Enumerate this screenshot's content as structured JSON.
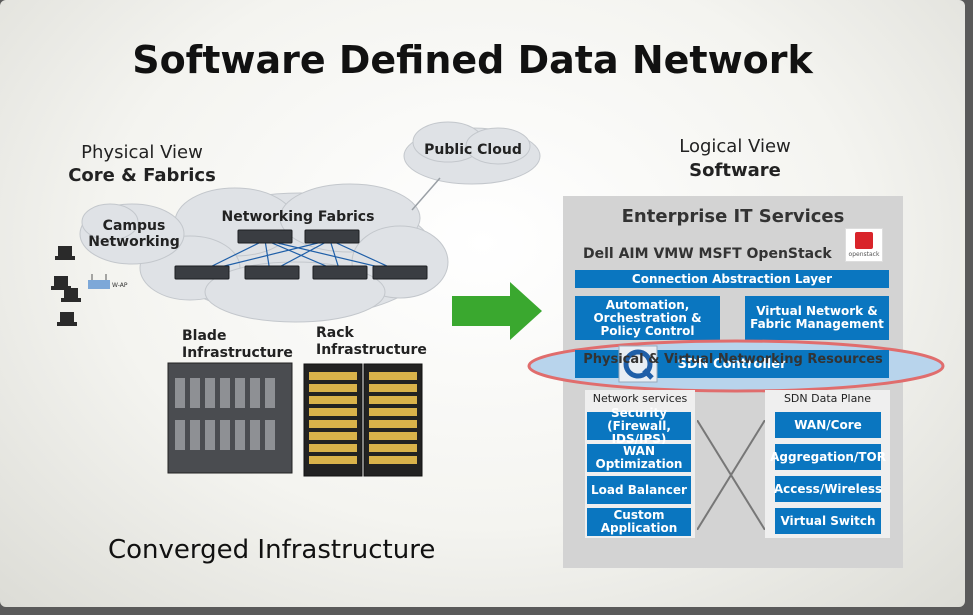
{
  "title": "Software Defined Data Network",
  "physical": {
    "view_label": "Physical View",
    "view_sub": "Core & Fabrics",
    "cloud_public": "Public Cloud",
    "cloud_campus": "Campus Networking",
    "cloud_fabrics": "Networking Fabrics",
    "wap_label": "W-AP",
    "blade_label": "Blade Infrastructure",
    "rack_label": "Rack Infrastructure",
    "bottom_label": "Converged Infrastructure"
  },
  "logical": {
    "view_label": "Logical View",
    "view_sub": "Software",
    "panel_title": "Enterprise IT Services",
    "vendors": "Dell AIM VMW MSFT  OpenStack",
    "openstack_logo_text": "openstack",
    "connection_layer": "Connection Abstraction Layer",
    "automation": "Automation, Orchestration & Policy Control",
    "virtual_network": "Virtual Network & Fabric Management",
    "sdn_controller": "SDN Controller",
    "network_services": {
      "header": "Network services",
      "items": [
        "Security (Firewall, IDS/IPS)",
        "WAN Optimization",
        "Load Balancer",
        "Custom Application"
      ]
    },
    "data_plane": {
      "header": "SDN Data Plane",
      "items": [
        "WAN/Core",
        "Aggregation/TOR",
        "Access/Wireless",
        "Virtual Switch"
      ]
    },
    "footer": "Physical & Virtual Networking Resources"
  },
  "colors": {
    "blue": "#0a76c0",
    "green_arrow": "#3aa82f",
    "highlight_ring": "#e06d6d",
    "openstack_red": "#d9242a"
  }
}
